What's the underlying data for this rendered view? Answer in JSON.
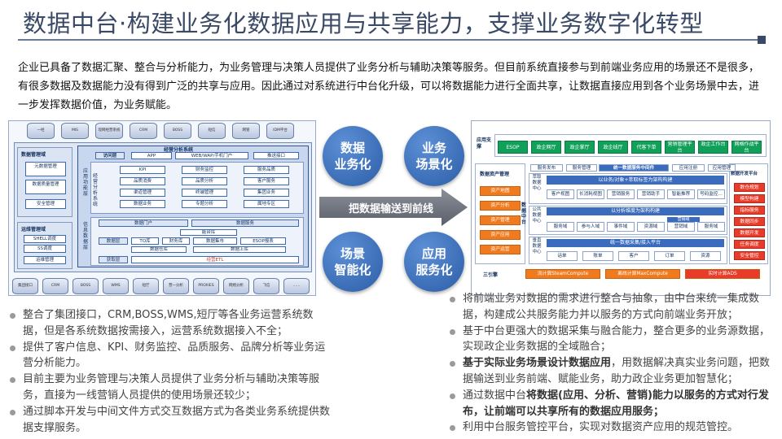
{
  "title": "数据中台·构建业务化数据应用与共享能力，支撑业务数字化转型",
  "intro": "企业已具备了数据汇聚、整合与分析能力，为业务管理与决策人员提供了业务分析与辅助决策等服务。但目前系统直接参与到前端业务应用的场景还不是很多，有很多数据及数据能力没有得到广泛的共享与应用。因此通过对系统进行中台化升级，可以将数据能力进行全面共享，让数据直接应用到各个业务场景中去，进一步发挥数据价值，为业务赋能。",
  "left_diagram": {
    "top_sources": [
      "一经",
      "MIS",
      "现网经营系统",
      "CRM",
      "BOSS",
      "短信",
      "网管",
      "IDM平台"
    ],
    "bottom_sources": [
      "集团接口",
      "CRM",
      "BOSS",
      "WMS",
      "短厅",
      "营一分析",
      "PROXIES",
      "网络分析",
      "飞信",
      "……"
    ],
    "left_modules_title": "数据管理域",
    "left_modules": [
      "元数据管理",
      "数据质量管理",
      "安全管理"
    ],
    "ops_title": "运维管理域",
    "ops_modules": [
      "SHELL调度",
      "SS调度",
      "运维管理"
    ],
    "app_title": "经营分析系统",
    "app_side_label": "经营分析系统",
    "access_row": [
      "访问层",
      "APP",
      "WEB/WAP/手机门户",
      "推送接口"
    ],
    "func_side_label": "应用功能层",
    "func_items": [
      "KPI",
      "财务监控",
      "服务品质",
      "品质消费",
      "品质分析",
      "客户服务",
      "渠道管理",
      "终端管理",
      "集团业务",
      "数据业务",
      "专题分析",
      "属地专区"
    ],
    "data_side_label": "信息数据层",
    "data_row1": [
      "数据门户",
      "数据服务"
    ],
    "data_row2": [
      "数据层",
      "TO库",
      "财务库",
      "数据集市",
      "ESOP报表"
    ],
    "data_row3": [
      "能台库",
      "数据仓库",
      "数据上库"
    ],
    "collect_row": [
      "获取层",
      "经营ETL"
    ]
  },
  "circles": [
    {
      "text1": "数据",
      "text2": "业务化"
    },
    {
      "text1": "业务",
      "text2": "场景化"
    },
    {
      "text1": "场景",
      "text2": "智能化"
    },
    {
      "text1": "应用",
      "text2": "服务化"
    }
  ],
  "arrow_text": "把数据输送到前线",
  "right_diagram": {
    "app_label": "应用支撑",
    "app_items": [
      "ESOP",
      "政企网厅",
      "政企掌厅",
      "政企线厅",
      "代客下单",
      "营销管理平台",
      "政企工作台",
      "网格作战平台"
    ],
    "asset_title": "数据资产管理",
    "asset_items": [
      "资产地图",
      "资产分析",
      "资产管理",
      "资产应用",
      "资产运营"
    ],
    "dev_title": "数据开发平台",
    "dev_items": [
      "数仓规划",
      "模型构建",
      "指标服务",
      "数据同步",
      "数据开发",
      "任务调度",
      "安全管控"
    ],
    "top_tabs": [
      "服务发布",
      "服务管理",
      "统一数据服务中间件",
      "应用注册",
      "应用管理"
    ],
    "zt_label": "数据中台",
    "sub1_label": "萃取数据中心",
    "sub1_bar": "以业务/对象+萃取标签为架构构建",
    "sub1_items": [
      "客户视图",
      "长消耗视图",
      "营销服务",
      "营销助手",
      "智能推荐",
      "号码监控..."
    ],
    "sub2_label": "公共数据中心",
    "sub2_bar": "以分析维度为架构构建",
    "sub2_items": [
      "服务域",
      "参与人域",
      "事件域",
      "资源域",
      "营销域",
      "服务域"
    ],
    "sub2_bar2": "营销域",
    "sub3_label": "垂直数据中心",
    "sub3_bar": "统一数据采集/接入平台",
    "sub3_items": [
      "话单",
      "账单",
      "客户",
      "订单",
      "资源"
    ],
    "engine_label": "三引擎",
    "engines": [
      "流计算SteamCompute",
      "离线计算MaxCompute",
      "实时计算ADS"
    ]
  },
  "left_bullets": [
    "整合了集团接口，CRM,BOSS,WMS,短厅等各业务运营系统数据，但是各系统数据按需接入，运营系统数据接入不全；",
    "提供了客户信息、KPI、财务监控、品质服务、品牌分析等业务运营分析能力。",
    "目前主要为业务管理与决策人员提供了业务分析与辅助决策等服务，直接为一线营销人员提供的使用场景还较少；",
    "通过脚本开发与中间文件方式交互数据方式为各类业务系统提供数据支撑服务。"
  ],
  "right_bullets": [
    {
      "pre": "",
      "strong": "",
      "post": "将前端业务对数据的需求进行整合与抽象，由中台来统一集成数据，构建成公共服务能力并以服务的方式向前端业务开放；"
    },
    {
      "pre": "",
      "strong": "",
      "post": "基于中台更强大的数据采集与融合能力，整合更多的业务源数据，实现政企业务数据的全域融合；"
    },
    {
      "pre": "",
      "strong": "基于实际业务场景设计数据应用",
      "post": "，用数据解决真实业务问题，把数据输送到业务前端、赋能业务，助力政企业务更加智慧化；"
    },
    {
      "pre": "通过数据中台",
      "strong": "将数据(应用、分析、营销)能力以服务的方式对行发布，让前端可以共享所有的数据应用服务；",
      "post": ""
    },
    {
      "pre": "",
      "strong": "",
      "post": "利用中台服务管控平台，实现对数据资产应用的规范管控。"
    }
  ]
}
